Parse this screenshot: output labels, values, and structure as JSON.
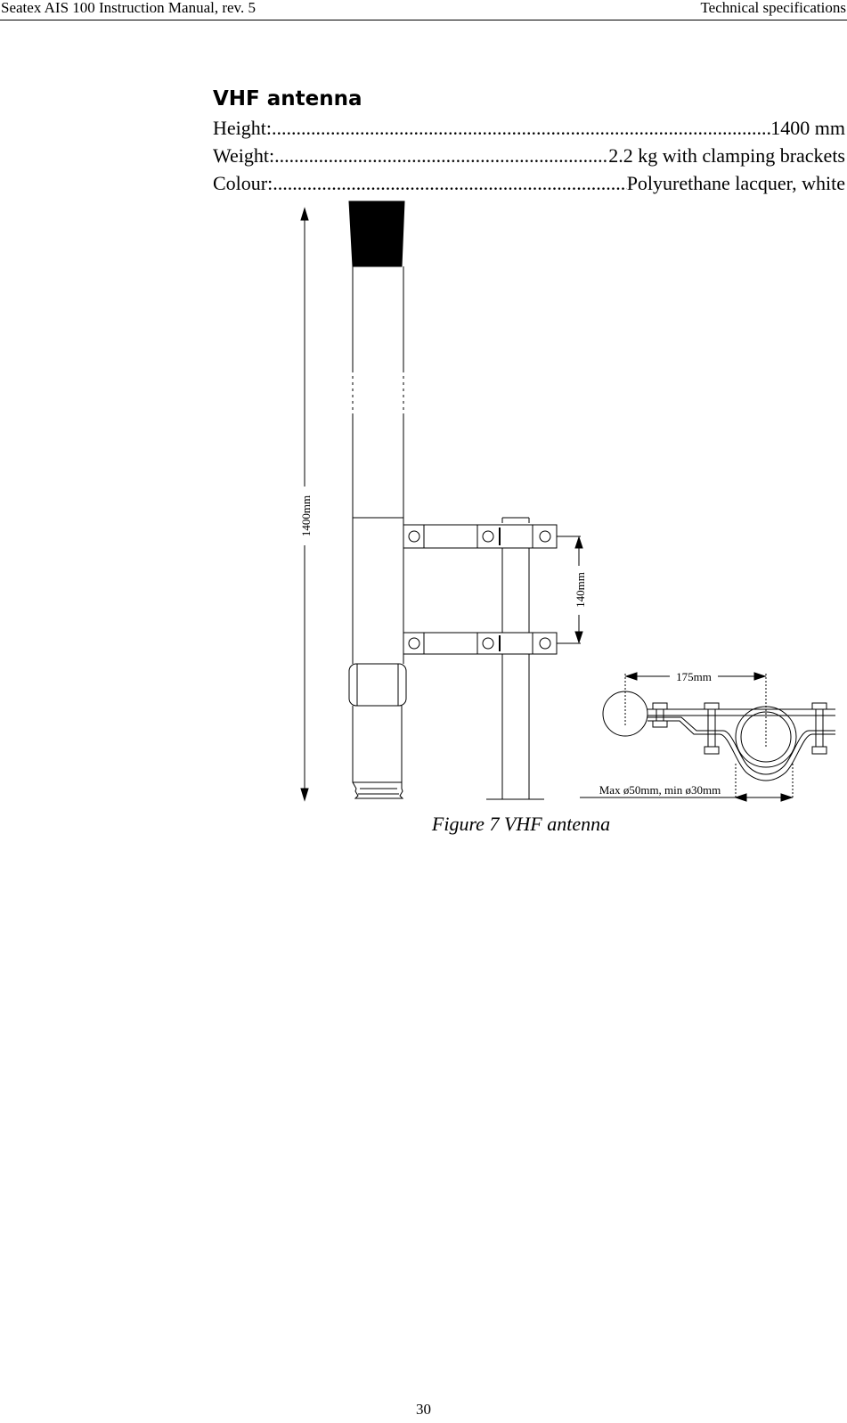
{
  "header": {
    "left": "Seatex AIS 100 Instruction Manual, rev. 5",
    "right": "Technical specifications"
  },
  "section": {
    "heading": "VHF antenna",
    "specs": [
      {
        "label": "Height:",
        "value": "1400 mm"
      },
      {
        "label": "Weight:",
        "value": "2.2 kg with clamping brackets"
      },
      {
        "label": "Colour:",
        "value": "Polyurethane lacquer, white"
      }
    ]
  },
  "figure": {
    "dim_height": "1400mm",
    "dim_spacing": "140mm",
    "dim_offset": "175mm",
    "dim_pipe": "Max ø50mm, min ø30mm",
    "caption": "Figure 7   VHF antenna"
  },
  "page_number": "30"
}
